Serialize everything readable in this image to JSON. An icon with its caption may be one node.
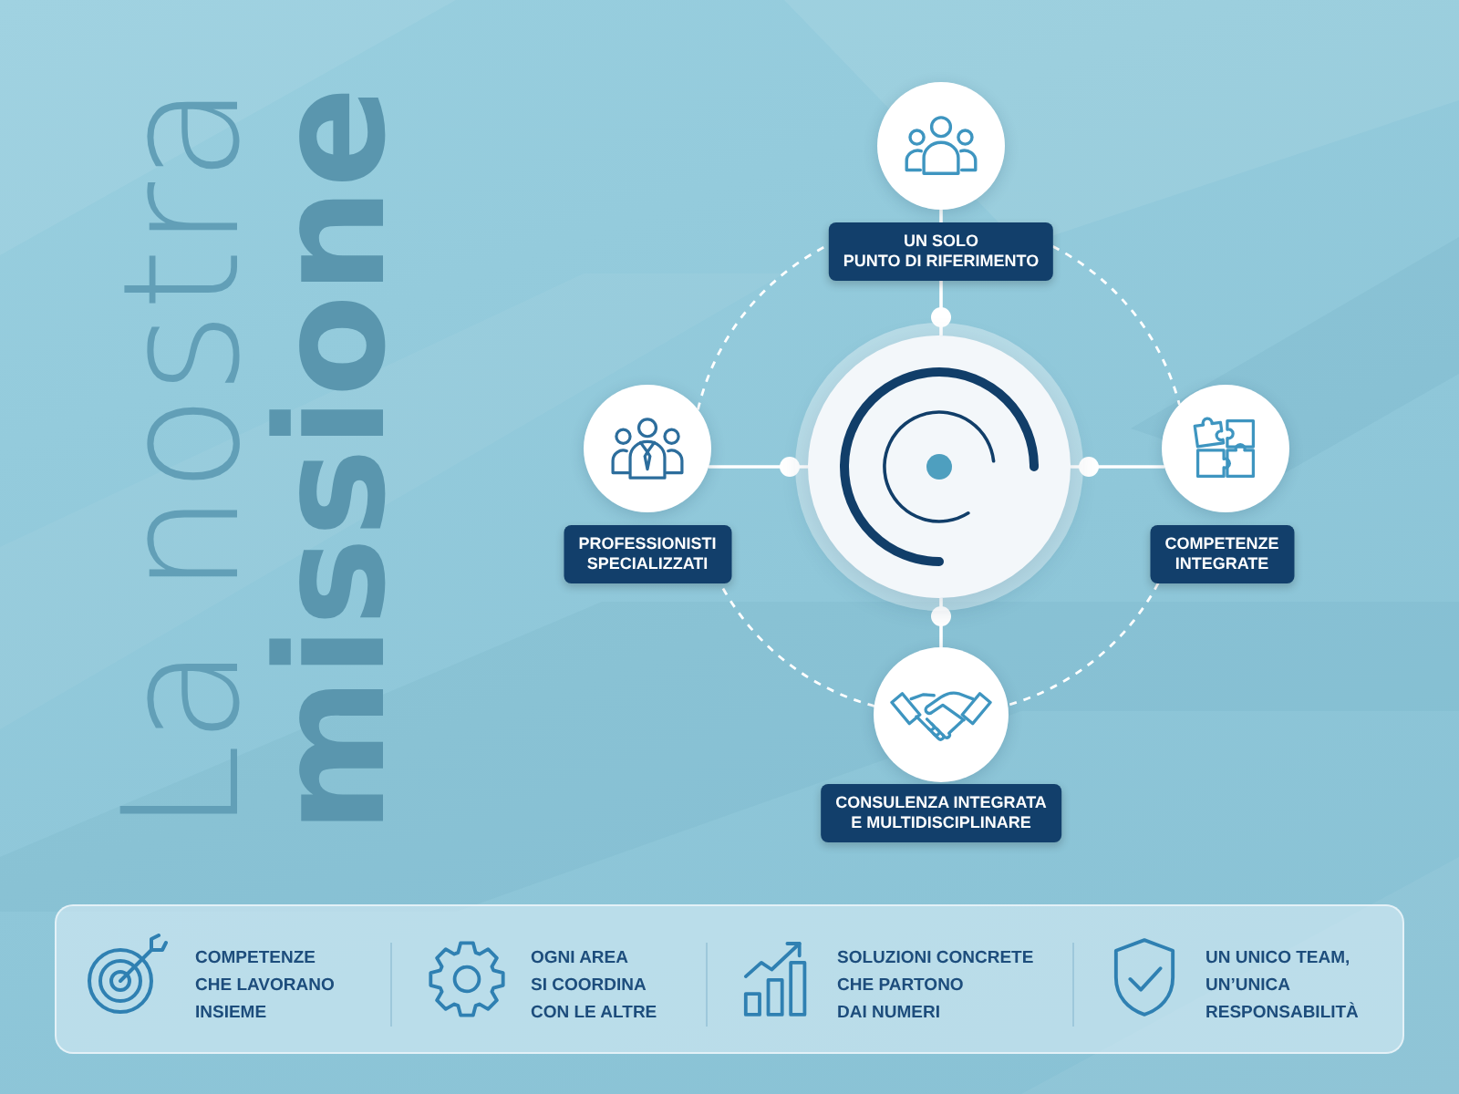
{
  "diagram": {
    "title": "La nostra **missione**",
    "nodes": [
      {
        "text": [],
        "shape": "circle"
      },
      {
        "text": [],
        "shape": "circle"
      },
      {
        "text": [
          "UN SOLO PUNTO DI RIFERIMENTO"
        ]
      },
      {
        "text": [],
        "shape": "circle"
      },
      {
        "text": [
          "PROFESSIONISTI SPECIALIZZATI"
        ]
      },
      {
        "text": [],
        "shape": "circle"
      },
      {
        "text": [
          "COMPETENZE INTEGRATE"
        ]
      },
      {
        "text": [],
        "shape": "circle"
      },
      {
        "text": [
          "CONSULENZA INTEGRATA E MULTIDISCIPLINARE"
        ]
      },
      {
        "text": [
          "COMPETENZE CHE LAVORANO INSIEME",
          "OGNI AREA SI COORDINA CON LE ALTRE",
          "SOLUZIONI CONCRETE CHE PARTONO DAI NUMERI",
          "UN UNICO TEAM, UN’UNICA RESPONSABILITÀ"
        ]
      }
    ],
    "edges": [
      {
        "from": 1,
        "to": 2,
        "arrow": "none"
      },
      {
        "from": 2,
        "to": 0,
        "arrow": "other"
      },
      {
        "from": 3,
        "to": 0,
        "arrow": "other"
      },
      {
        "from": 5,
        "to": 0,
        "arrow": "other"
      },
      {
        "from": 7,
        "to": 0,
        "arrow": "other"
      },
      {
        "from": 2,
        "to": 5,
        "arrow": "none",
        "style": "dashed"
      },
      {
        "from": 6,
        "to": 7,
        "arrow": "none",
        "style": "dashed"
      },
      {
        "from": 7,
        "to": 4,
        "arrow": "none",
        "style": "dashed"
      },
      {
        "from": 3,
        "to": 2,
        "arrow": "none",
        "style": "dashed"
      }
    ]
  }
}
